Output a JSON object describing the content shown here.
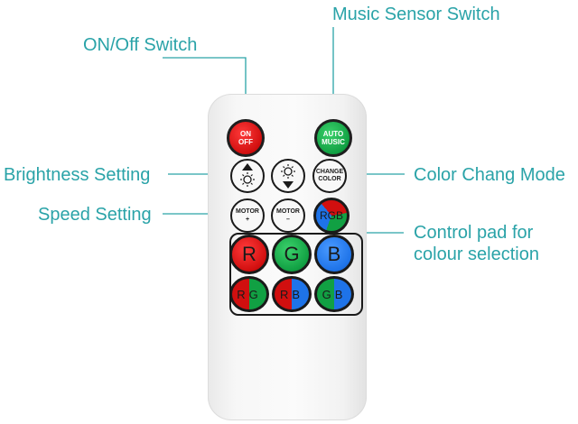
{
  "labels": {
    "on_off": "ON/Off Switch",
    "music": "Music Sensor Switch",
    "brightness": "Brightness Setting",
    "color_mode": "Color Chang Mode",
    "speed": "Speed Setting",
    "control_pad_line1": "Control pad for",
    "control_pad_line2": "colour selection"
  },
  "remote": {
    "on_off": {
      "line1": "ON",
      "line2": "OFF"
    },
    "auto_music": {
      "line1": "AUTO",
      "line2": "MUSIC"
    },
    "change_color": {
      "line1": "CHANGE",
      "line2": "COLOR"
    },
    "motor_plus": {
      "line1": "MOTOR",
      "line2": "+"
    },
    "motor_minus": {
      "line1": "MOTOR",
      "line2": "–"
    },
    "rgb": "RGB",
    "red": "R",
    "green": "G",
    "blue": "B",
    "rg": {
      "a": "R",
      "b": "G"
    },
    "rb": {
      "a": "R",
      "b": "B"
    },
    "gb": {
      "a": "G",
      "b": "B"
    }
  },
  "colors": {
    "label": "#2aa3a8",
    "red": "#d10f0f",
    "green": "#11a043",
    "blue": "#1e73e8"
  }
}
